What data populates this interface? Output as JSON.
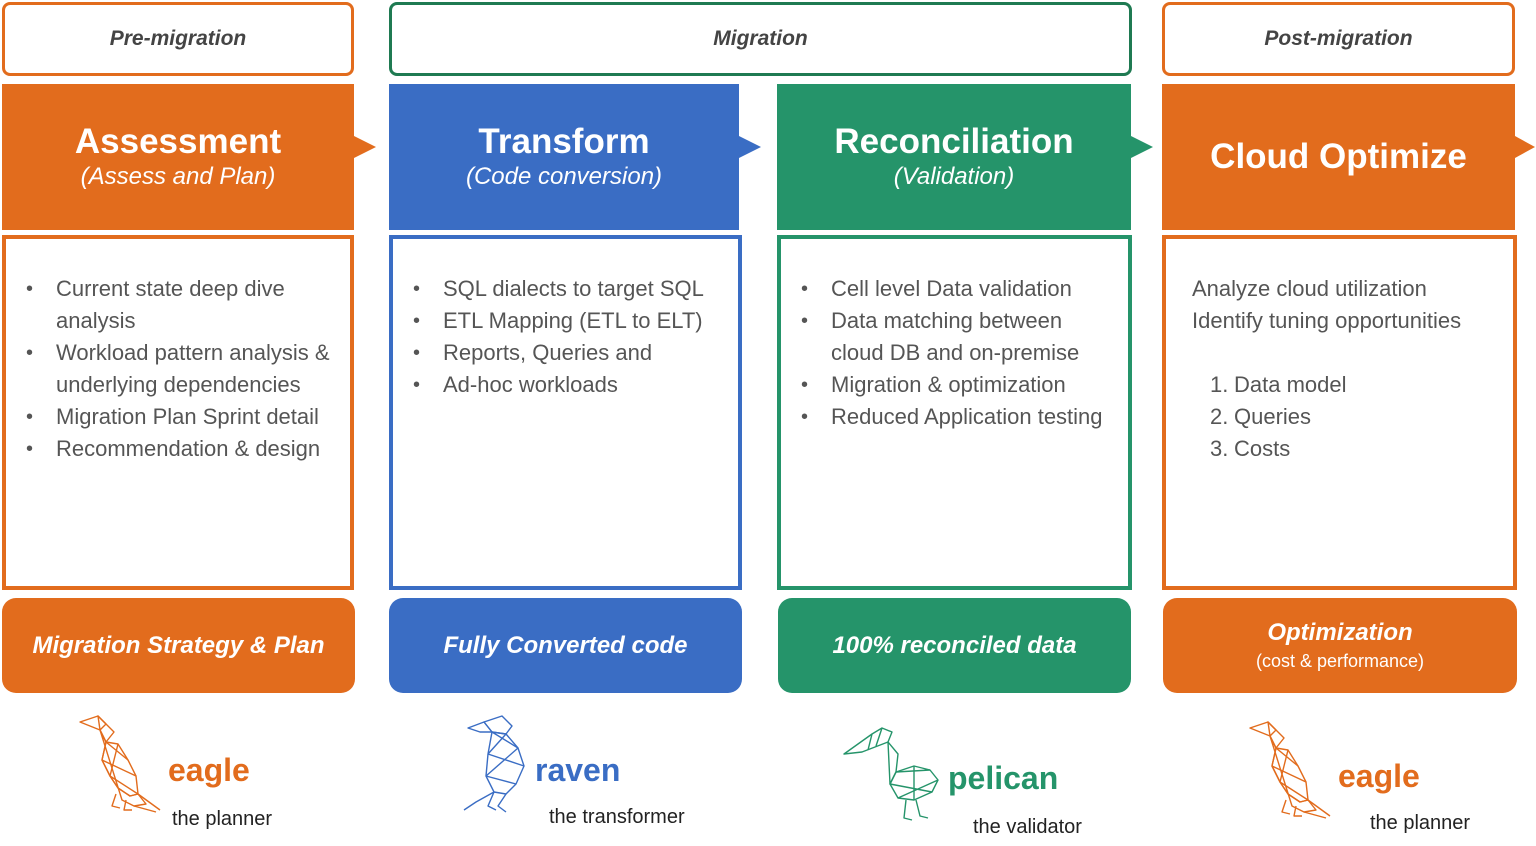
{
  "phases": {
    "pre": "Pre-migration",
    "migration": "Migration",
    "post": "Post-migration"
  },
  "stages": [
    {
      "title": "Assessment",
      "subtitle": "(Assess and Plan)",
      "items": [
        "Current state deep dive analysis",
        "Workload pattern analysis & underlying dependencies",
        "Migration Plan Sprint detail",
        "Recommendation & design"
      ],
      "outcome": "Migration Strategy & Plan"
    },
    {
      "title": "Transform",
      "subtitle": "(Code conversion)",
      "items": [
        "SQL dialects to target SQL",
        "ETL Mapping (ETL to ELT)",
        "Reports, Queries and",
        "Ad-hoc workloads"
      ],
      "outcome": "Fully Converted code"
    },
    {
      "title": "Reconciliation",
      "subtitle": "(Validation)",
      "items": [
        "Cell level Data validation",
        "Data matching between cloud DB and on-premise",
        "Migration & optimization",
        "Reduced Application testing"
      ],
      "outcome": "100% reconciled data"
    },
    {
      "title": "Cloud Optimize",
      "lines": [
        "Analyze cloud utilization",
        "Identify tuning opportunities"
      ],
      "numbered": [
        {
          "n": "1.",
          "text": "Data model"
        },
        {
          "n": "2.",
          "text": "Queries"
        },
        {
          "n": "3.",
          "text": "Costs"
        }
      ],
      "outcome": "Optimization",
      "outcome_sub": "(cost & performance)"
    }
  ],
  "mascots": [
    {
      "name": "eagle",
      "role": "the planner",
      "icon": "eagle-icon",
      "color": "#e26c1d"
    },
    {
      "name": "raven",
      "role": "the transformer",
      "icon": "raven-icon",
      "color": "#3a6dc4"
    },
    {
      "name": "pelican",
      "role": "the validator",
      "icon": "pelican-icon",
      "color": "#25946a"
    },
    {
      "name": "eagle",
      "role": "the planner",
      "icon": "eagle-icon",
      "color": "#e26c1d"
    }
  ],
  "colors": {
    "orange": "#e26c1d",
    "blue": "#3a6dc4",
    "green": "#25946a",
    "dark_green": "#1f7a52"
  }
}
